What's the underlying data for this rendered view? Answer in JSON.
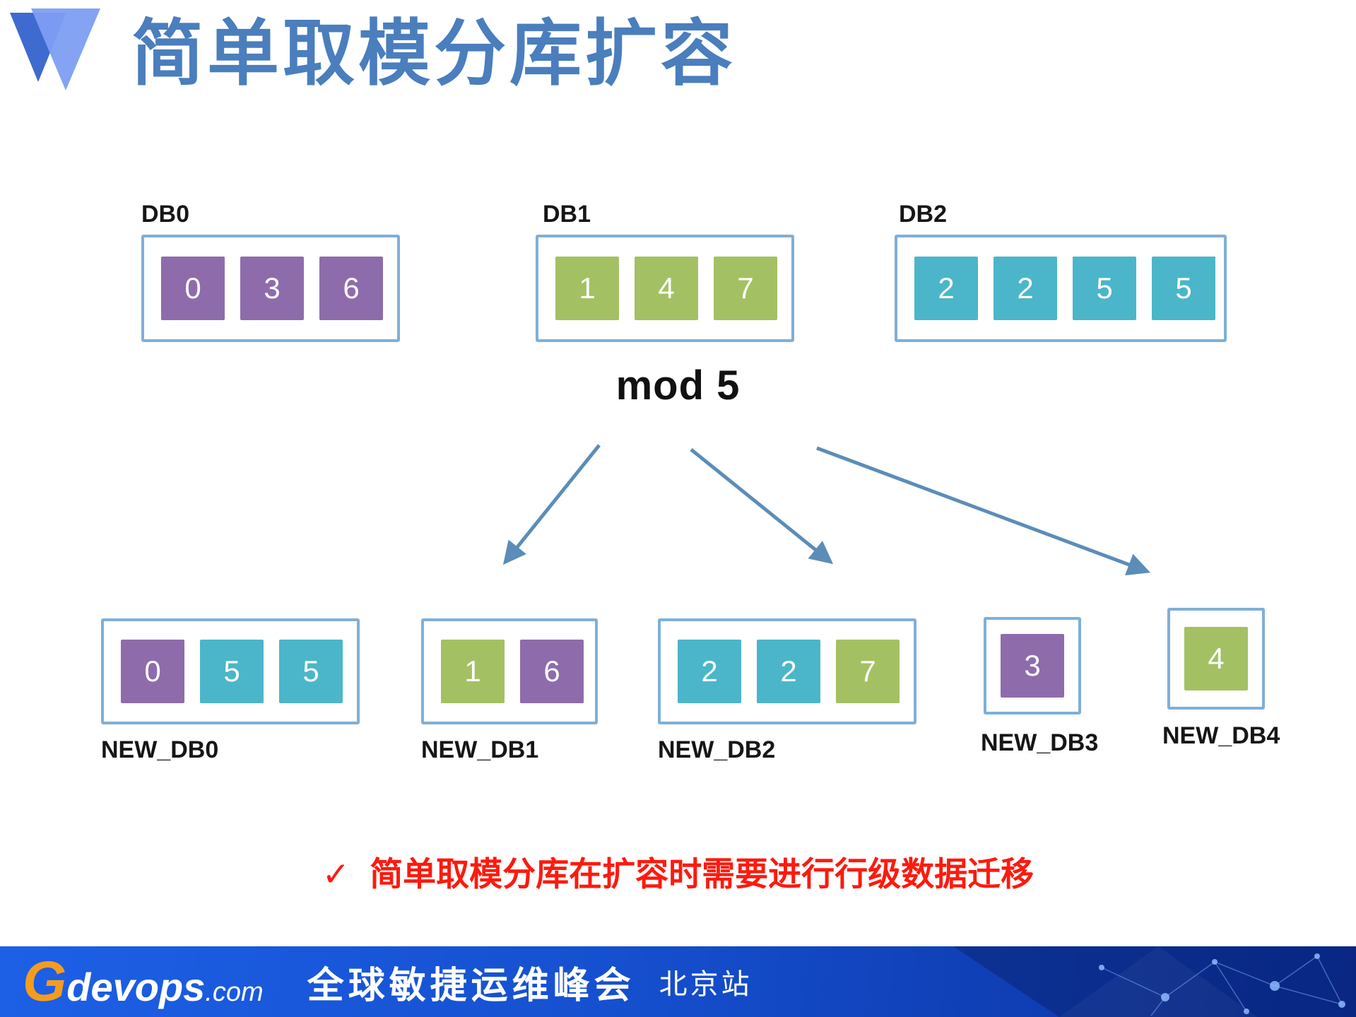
{
  "title": "简单取模分库扩容",
  "mod_label": "mod 5",
  "colors": {
    "title": "#4a7ebd",
    "purple": "#8e6cab",
    "green": "#a3c162",
    "teal": "#4bb6c9",
    "box_border": "#7fafd9",
    "arrow": "#5b8db8",
    "note_red": "#fd1a0e",
    "footer_orange": "#f59c1e"
  },
  "top_databases": [
    {
      "label": "DB0",
      "cells": [
        {
          "value": "0",
          "color": "purple"
        },
        {
          "value": "3",
          "color": "purple"
        },
        {
          "value": "6",
          "color": "purple"
        }
      ]
    },
    {
      "label": "DB1",
      "cells": [
        {
          "value": "1",
          "color": "green"
        },
        {
          "value": "4",
          "color": "green"
        },
        {
          "value": "7",
          "color": "green"
        }
      ]
    },
    {
      "label": "DB2",
      "cells": [
        {
          "value": "2",
          "color": "teal"
        },
        {
          "value": "2",
          "color": "teal"
        },
        {
          "value": "5",
          "color": "teal"
        },
        {
          "value": "5",
          "color": "teal"
        }
      ]
    }
  ],
  "bottom_databases": [
    {
      "label": "NEW_DB0",
      "cells": [
        {
          "value": "0",
          "color": "purple"
        },
        {
          "value": "5",
          "color": "teal"
        },
        {
          "value": "5",
          "color": "teal"
        }
      ]
    },
    {
      "label": "NEW_DB1",
      "cells": [
        {
          "value": "1",
          "color": "green"
        },
        {
          "value": "6",
          "color": "purple"
        }
      ]
    },
    {
      "label": "NEW_DB2",
      "cells": [
        {
          "value": "2",
          "color": "teal"
        },
        {
          "value": "2",
          "color": "teal"
        },
        {
          "value": "7",
          "color": "green"
        }
      ]
    },
    {
      "label": "NEW_DB3",
      "cells": [
        {
          "value": "3",
          "color": "purple"
        }
      ]
    },
    {
      "label": "NEW_DB4",
      "cells": [
        {
          "value": "4",
          "color": "green"
        }
      ]
    }
  ],
  "note": {
    "check": "✓",
    "text": "简单取模分库在扩容时需要进行行级数据迁移"
  },
  "footer": {
    "logo_g": "G",
    "logo_devops": "devops",
    "logo_com": ".com",
    "event": "全球敏捷运维峰会",
    "city": "北京站"
  }
}
